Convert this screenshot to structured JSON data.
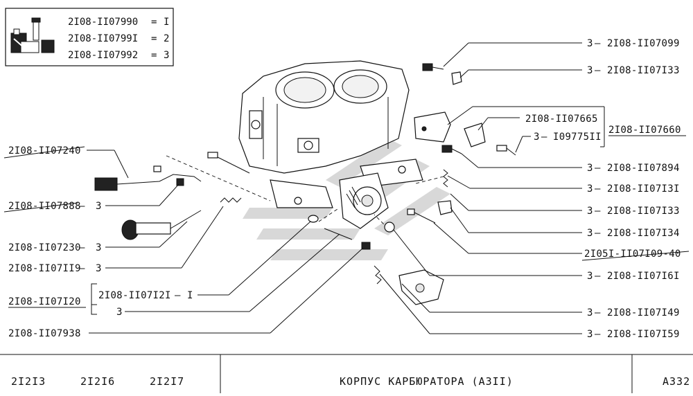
{
  "legend": {
    "rows": [
      {
        "part": "2I08-II07990",
        "value": "I"
      },
      {
        "part": "2I08-II0799I",
        "value": "2"
      },
      {
        "part": "2I08-II07992",
        "value": "3"
      }
    ]
  },
  "labels_right": [
    {
      "qty": "3",
      "part": "2I08-II07099",
      "struck": false
    },
    {
      "qty": "3",
      "part": "2I08-II07I33",
      "struck": false
    },
    {
      "qty": "",
      "part": "2I08-II07665",
      "struck": false
    },
    {
      "qty": "3",
      "part": "I09775II",
      "struck": false
    },
    {
      "qty": "",
      "part": "2I08-II07660",
      "struck": false
    },
    {
      "qty": "3",
      "part": "2I08-II07894",
      "struck": false
    },
    {
      "qty": "3",
      "part": "2I08-II07I3I",
      "struck": false
    },
    {
      "qty": "3",
      "part": "2I08-II07I33",
      "struck": false
    },
    {
      "qty": "3",
      "part": "2I08-II07I34",
      "struck": false
    },
    {
      "qty": "",
      "part": "2I05I-II07I09-40",
      "struck": true
    },
    {
      "qty": "3",
      "part": "2I08-II07I6I",
      "struck": false
    },
    {
      "qty": "3",
      "part": "2I08-II07I49",
      "struck": false
    },
    {
      "qty": "3",
      "part": "2I08-II07I59",
      "struck": false
    }
  ],
  "labels_left": [
    {
      "qty": "",
      "part": "2I08-II07240",
      "struck": true
    },
    {
      "qty": "3",
      "part": "2I08-II07888",
      "struck": true
    },
    {
      "qty": "3",
      "part": "2I08-II07230",
      "struck": false
    },
    {
      "qty": "3",
      "part": "2I08-II07II9",
      "struck": false
    },
    {
      "qty": "",
      "part": "2I08-II07I20",
      "struck": false
    },
    {
      "qty": "I",
      "part": "2I08-II07I2I",
      "struck": false
    },
    {
      "qty": "3",
      "part": "",
      "struck": false
    },
    {
      "qty": "",
      "part": "2I08-II07938",
      "struck": false
    }
  ],
  "footer": {
    "models": [
      "2I2I3",
      "2I2I6",
      "2I2I7"
    ],
    "title": "КОРПУС  КАРБЮРАТОРА (АЗII)",
    "page": "А332"
  }
}
